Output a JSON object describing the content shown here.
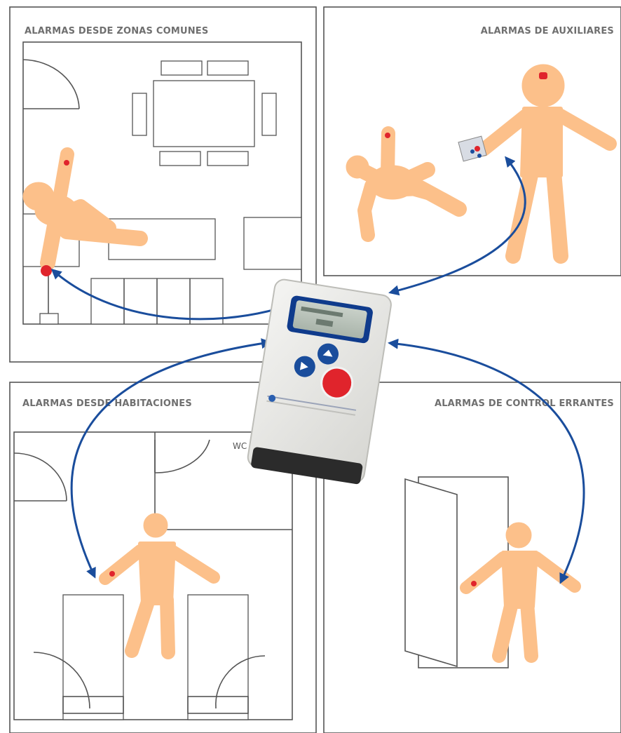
{
  "panels": {
    "common_areas": {
      "title": "ALARMAS DESDE ZONAS COMUNES"
    },
    "staff": {
      "title": "ALARMAS DE AUXILIARES"
    },
    "rooms": {
      "title": "ALARMAS DESDE HABITACIONES",
      "wc_label": "WC"
    },
    "wandering": {
      "title": "ALARMAS DE CONTROL ERRANTES"
    }
  },
  "colors": {
    "figure": "#fcc08a",
    "alarm_dot": "#e0242c",
    "arrow": "#1a4d9c",
    "panel_border": "#555555",
    "title_text": "#6f6f6f"
  },
  "icons": {
    "person": "person-figure-icon",
    "alarm": "alarm-dot-icon",
    "receiver": "pager-receiver-icon"
  }
}
